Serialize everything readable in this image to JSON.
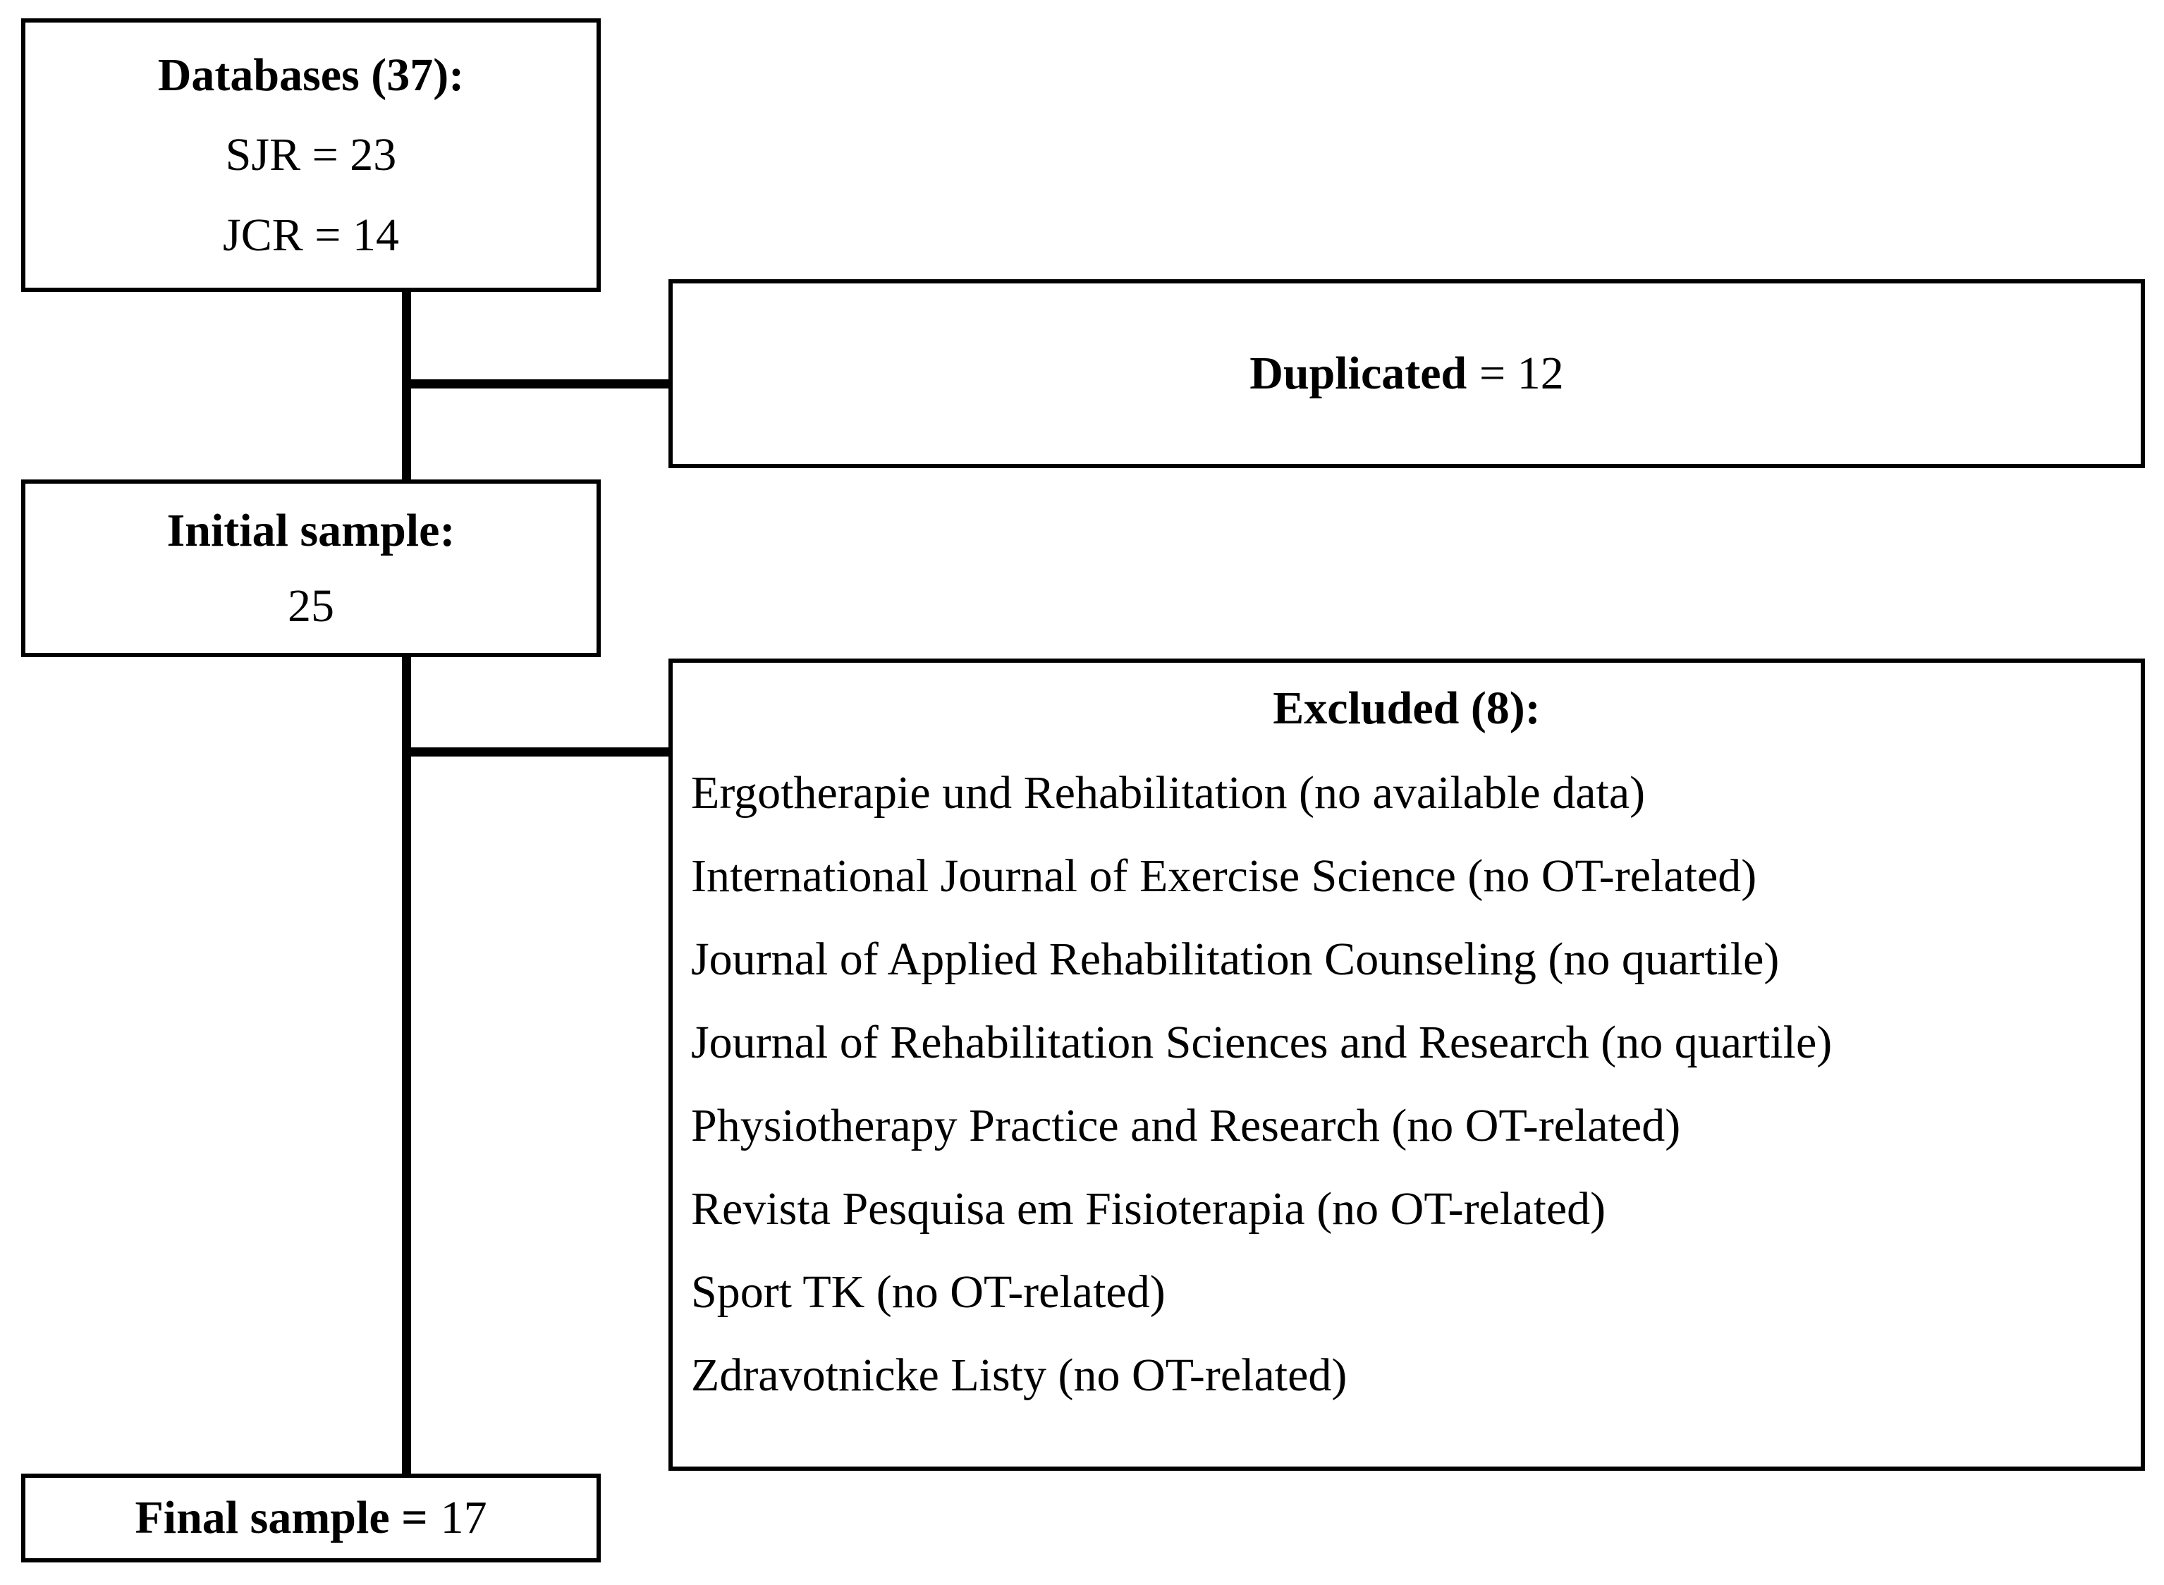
{
  "databases": {
    "title": "Databases (37):",
    "lines": [
      "SJR = 23",
      "JCR = 14"
    ]
  },
  "duplicated": {
    "bold": "Duplicated",
    "rest": "= 12"
  },
  "initial_sample": {
    "title": "Initial sample:",
    "value": "25"
  },
  "excluded": {
    "title": "Excluded (8):",
    "items": [
      "Ergotherapie und Rehabilitation (no available data)",
      "International Journal of Exercise Science (no OT-related)",
      "Journal of Applied Rehabilitation Counseling (no quartile)",
      "Journal of Rehabilitation Sciences and Research (no quartile)",
      "Physiotherapy Practice and Research (no OT-related)",
      "Revista Pesquisa em Fisioterapia (no OT-related)",
      "Sport TK (no OT-related)",
      "Zdravotnicke Listy (no OT-related)"
    ]
  },
  "final_sample": {
    "bold": "Final sample =",
    "rest": "17"
  },
  "colors": {
    "ink": "#000000",
    "background": "#ffffff"
  }
}
